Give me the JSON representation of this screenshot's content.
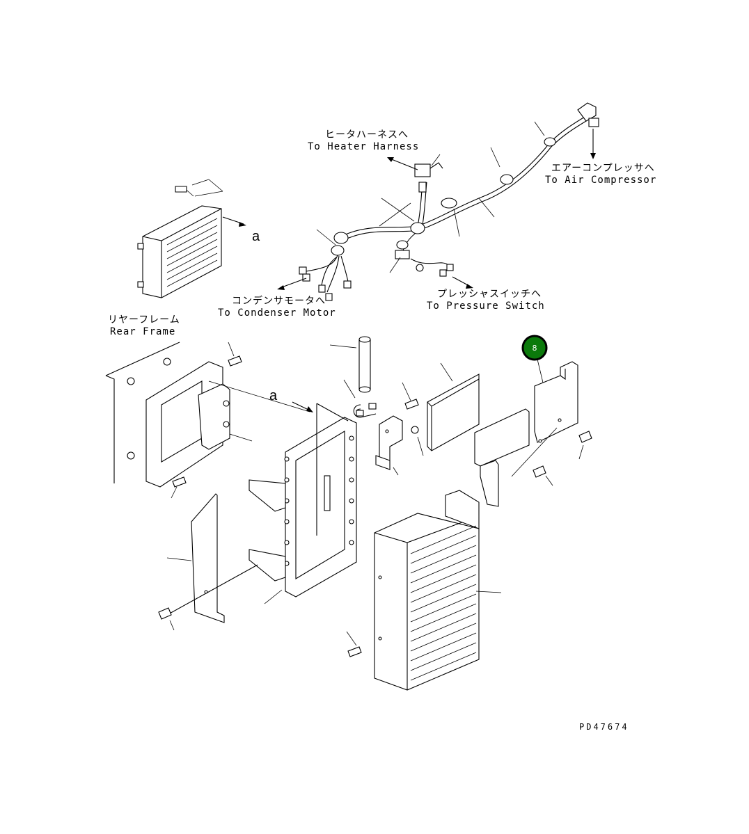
{
  "labels": {
    "heater_jp": "ヒータハーネスへ",
    "heater_en": "To Heater Harness",
    "aircomp_jp": "エアーコンプレッサへ",
    "aircomp_en": "To Air Compressor",
    "condenser_jp": "コンデンサモータへ",
    "condenser_en": "To Condenser Motor",
    "pressure_jp": "プレッシャスイッチへ",
    "pressure_en": "To Pressure Switch",
    "rear_jp": "リヤーフレーム",
    "rear_en": "Rear Frame",
    "ref_a_top": "a",
    "ref_a_mid": "a",
    "drawing_code": "PD47674"
  },
  "callout": {
    "number": "8",
    "color": "#0b7a0b"
  }
}
